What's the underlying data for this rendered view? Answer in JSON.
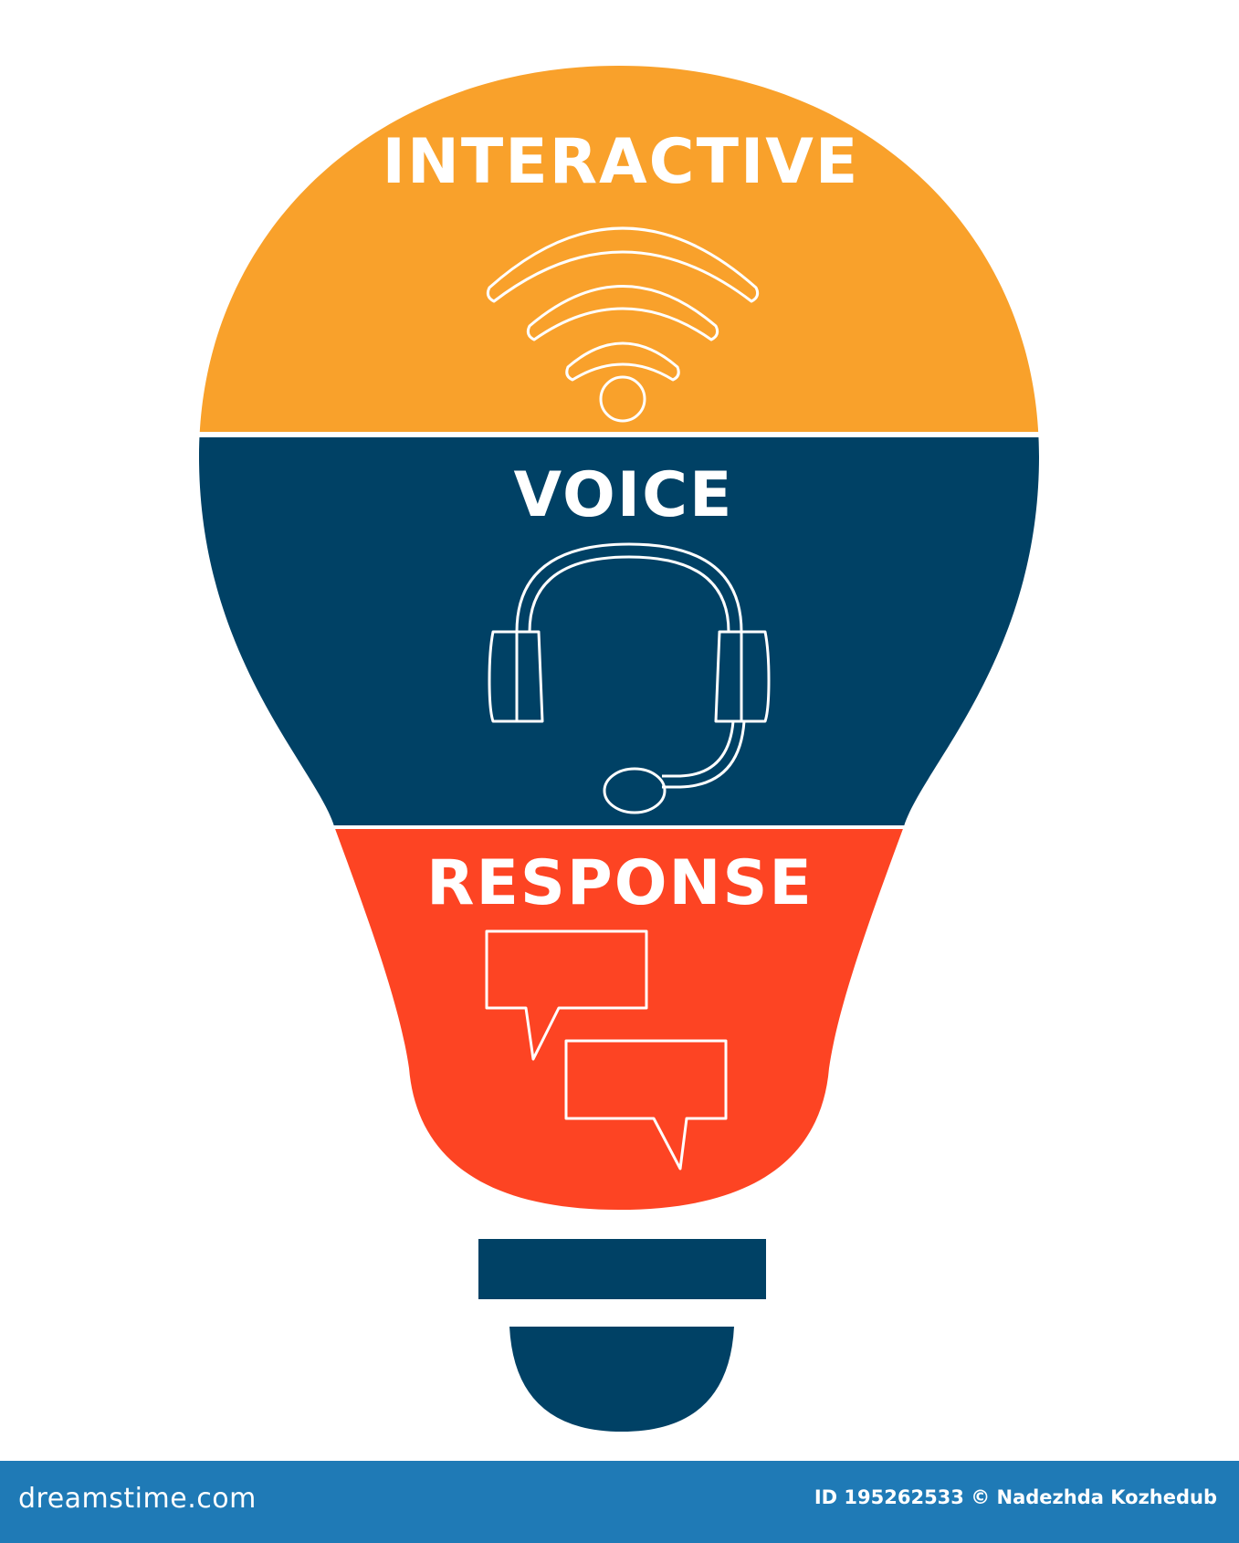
{
  "colors": {
    "orange": "#f9a12b",
    "navy": "#004165",
    "red": "#fd4423",
    "footer_blue": "#1f7ab6",
    "icon_stroke": "#ffffff"
  },
  "bulb": {
    "top_label": "INTERACTIVE",
    "top_icon": "wifi-signal-icon",
    "middle_label": "VOICE",
    "middle_icon": "headset-icon",
    "bottom_label": "RESPONSE",
    "bottom_icon": "speech-bubbles-icon"
  },
  "watermark": {
    "site": "dreamstime.com",
    "credit": "ID 195262533 © Nadezhda Kozhedub"
  }
}
